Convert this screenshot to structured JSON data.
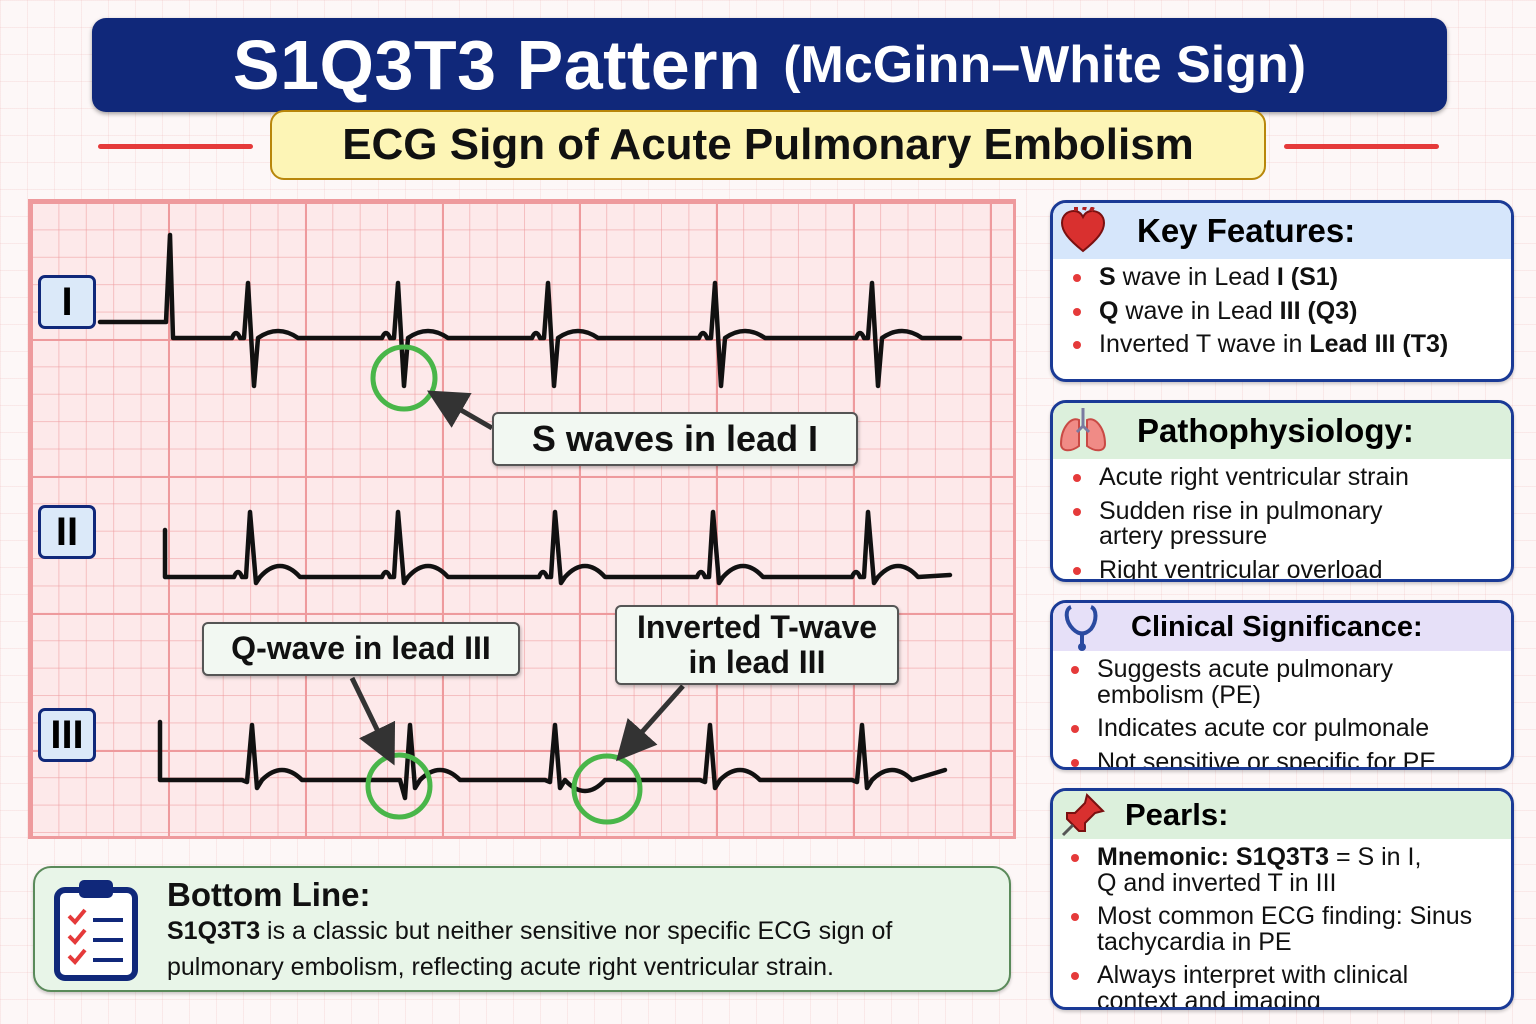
{
  "header": {
    "title": "S1Q3T3 Pattern",
    "title_sub": "(McGinn–White Sign)",
    "subtitle": "ECG Sign of Acute Pulmonary Embolism"
  },
  "ecg": {
    "leads": [
      "I",
      "II",
      "III"
    ],
    "callouts": {
      "s_waves": "S waves in lead I",
      "q_wave": "Q-wave in lead III",
      "t_wave_line1": "Inverted T-wave",
      "t_wave_line2": "in lead III"
    },
    "colors": {
      "grid": "#ee9a9d",
      "trace": "#111111",
      "highlight": "#49b649",
      "arrow": "#333333"
    }
  },
  "cards": {
    "key_features": {
      "title": "Key Features:",
      "icon": "heart-icon",
      "items": [
        {
          "pre": "S",
          "mid": " wave in Lead ",
          "bold": "I (S1)"
        },
        {
          "pre": "Q",
          "mid": " wave in Lead ",
          "bold": "III (Q3)"
        },
        {
          "pre": "",
          "mid": "Inverted T wave in ",
          "bold": "Lead III (T3)"
        }
      ]
    },
    "pathophysiology": {
      "title": "Pathophysiology:",
      "icon": "lungs-icon",
      "items": [
        "Acute right ventricular strain",
        "Sudden rise in pulmonary artery pressure",
        "Right ventricular overload"
      ]
    },
    "clinical_significance": {
      "title": "Clinical Significance:",
      "icon": "stethoscope-icon",
      "items": [
        "Suggests acute pulmonary embolism (PE)",
        "Indicates acute cor pulmonale",
        "Not sensitive or specific for PE"
      ]
    },
    "pearls": {
      "title": "Pearls:",
      "icon": "pushpin-icon",
      "mnemonic_label": "Mnemonic: S1Q3T3",
      "mnemonic_text": " = S in I, Q and inverted T in III",
      "items": [
        "Most common ECG finding: Sinus tachycardia in PE",
        "Always interpret with clinical context and imaging"
      ]
    }
  },
  "bottom_line": {
    "title": "Bottom Line:",
    "bold_lead": "S1Q3T3",
    "text": " is a classic but neither sensitive nor specific ECG sign of pulmonary embolism, reflecting acute right ventricular strain."
  }
}
